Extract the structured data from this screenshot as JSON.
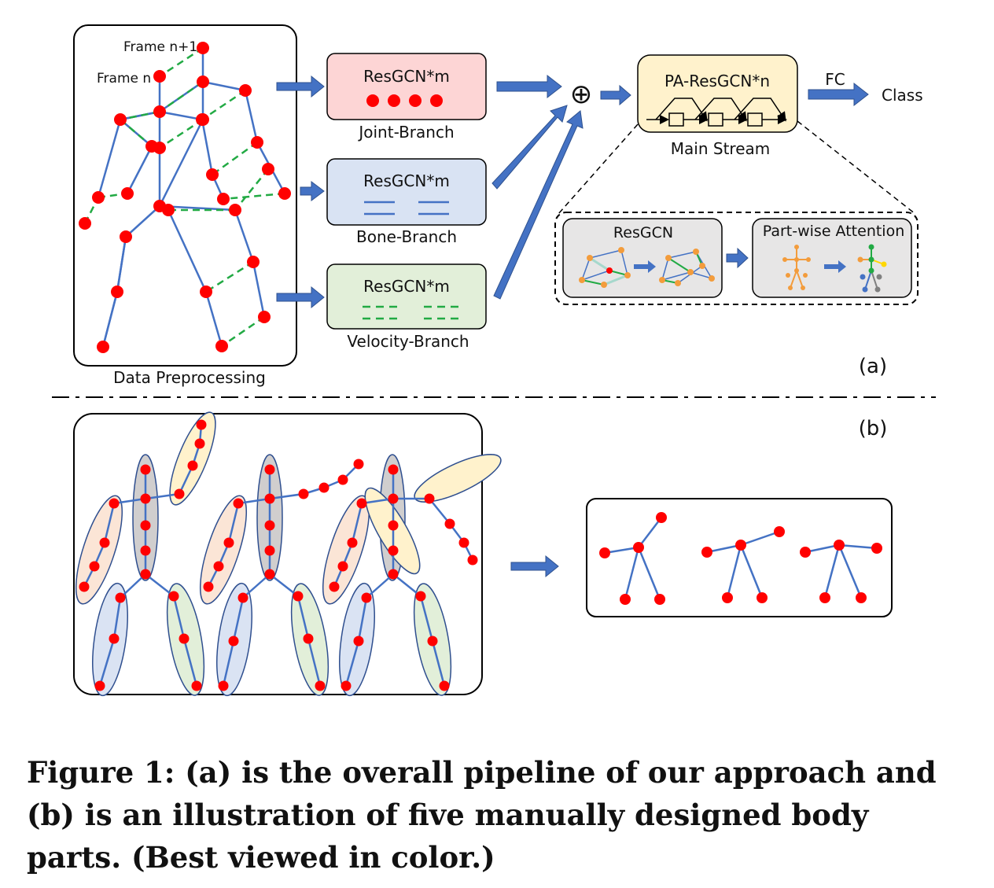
{
  "panel_a": {
    "label": "(a)",
    "frame_n1_label": "Frame n+1",
    "frame_n_label": "Frame n",
    "preprocessing_label": "Data Preprocessing",
    "branches": [
      {
        "title": "ResGCN*m",
        "label": "Joint-Branch",
        "fill": "#fdd5d5"
      },
      {
        "title": "ResGCN*m",
        "label": "Bone-Branch",
        "fill": "#d9e3f3"
      },
      {
        "title": "ResGCN*m",
        "label": "Velocity-Branch",
        "fill": "#e2efd9"
      }
    ],
    "fusion_symbol": "⊕",
    "main_block_title": "PA-ResGCN*n",
    "main_label": "Main Stream",
    "fc_label": "FC",
    "class_label": "Class",
    "detail": {
      "resgcn_title": "ResGCN",
      "attention_title": "Part-wise Attention"
    }
  },
  "panel_b": {
    "label": "(b)"
  },
  "colors": {
    "joint": "#ff0000",
    "bone": "#4472c4",
    "temporal": "#22aa44",
    "arrow": "#4472c4",
    "main_fill": "#fff2cc"
  },
  "caption": "Figure 1: (a) is the overall pipeline of our approach and (b) is an illustration of five manually designed body parts. (Best viewed in color.)"
}
